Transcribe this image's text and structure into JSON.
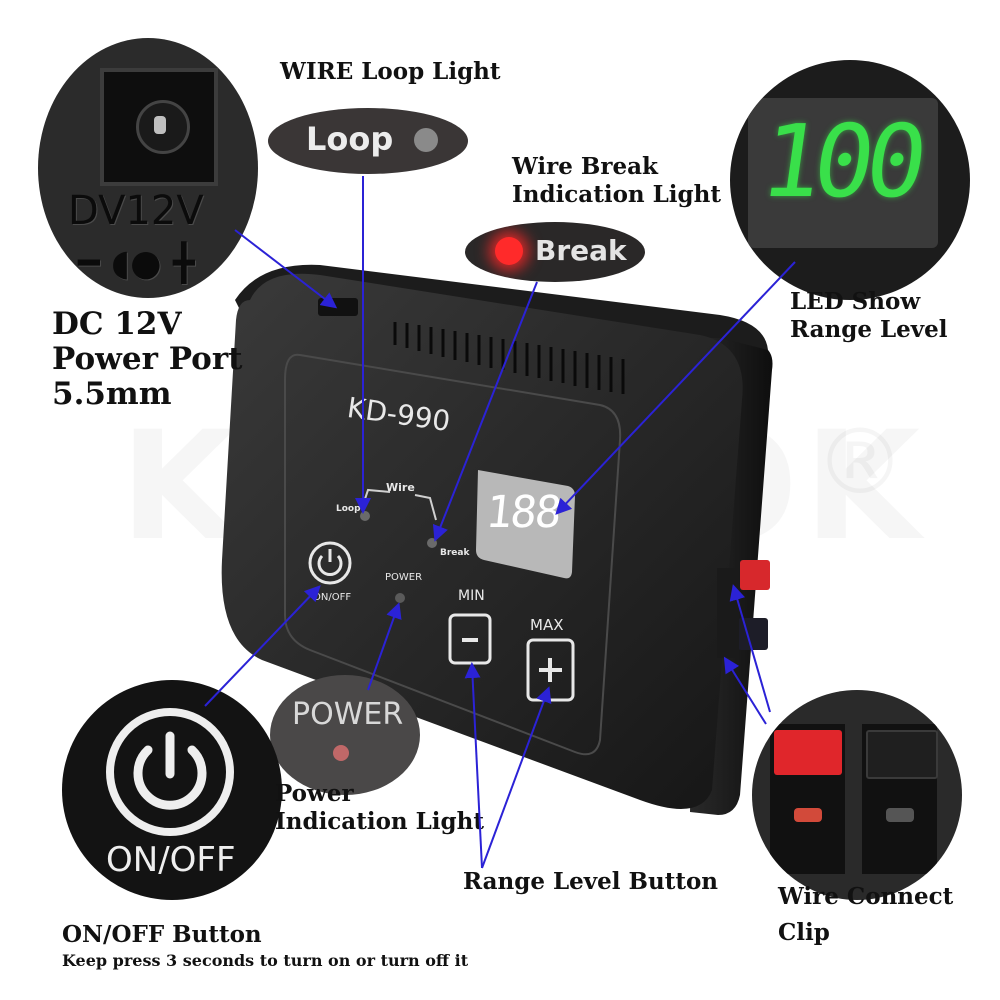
{
  "watermark": "KINGTOK",
  "watermark_mark": "®",
  "device": {
    "model": "KD-990",
    "wire_label": "Wire",
    "loop_label": "Loop",
    "break_label": "Break",
    "power_label": "POWER",
    "onoff_label": "ON/OFF",
    "min_label": "MIN",
    "max_label": "MAX",
    "display_value": "188"
  },
  "zoom": {
    "port_text": "DV12V",
    "loop_pill": "Loop",
    "break_pill": "Break",
    "led_value": "100",
    "power_pill": "POWER",
    "onoff_text": "ON/OFF"
  },
  "callouts": {
    "wire_loop_light": "WIRE Loop Light",
    "wire_break_line1": "Wire Break",
    "wire_break_line2": "Indication Light",
    "led_line1": "LED Show",
    "led_line2": "Range Level",
    "dc_line1": "DC 12V",
    "dc_line2": "Power Port",
    "dc_line3": "5.5mm",
    "power_line1": "Power",
    "power_line2": "Indication Light",
    "range_button": "Range Level Button",
    "clip_line1": "Wire Connect",
    "clip_line2": "Clip",
    "onoff_title": "ON/OFF Button",
    "onoff_note": "Keep press 3 seconds to turn on or turn off it"
  },
  "colors": {
    "arrow": "#2b22d6",
    "led_green": "#39e04a",
    "led_red": "#ff4a4a",
    "break_red": "#ff2a2a",
    "clip_red": "#e0262b"
  }
}
